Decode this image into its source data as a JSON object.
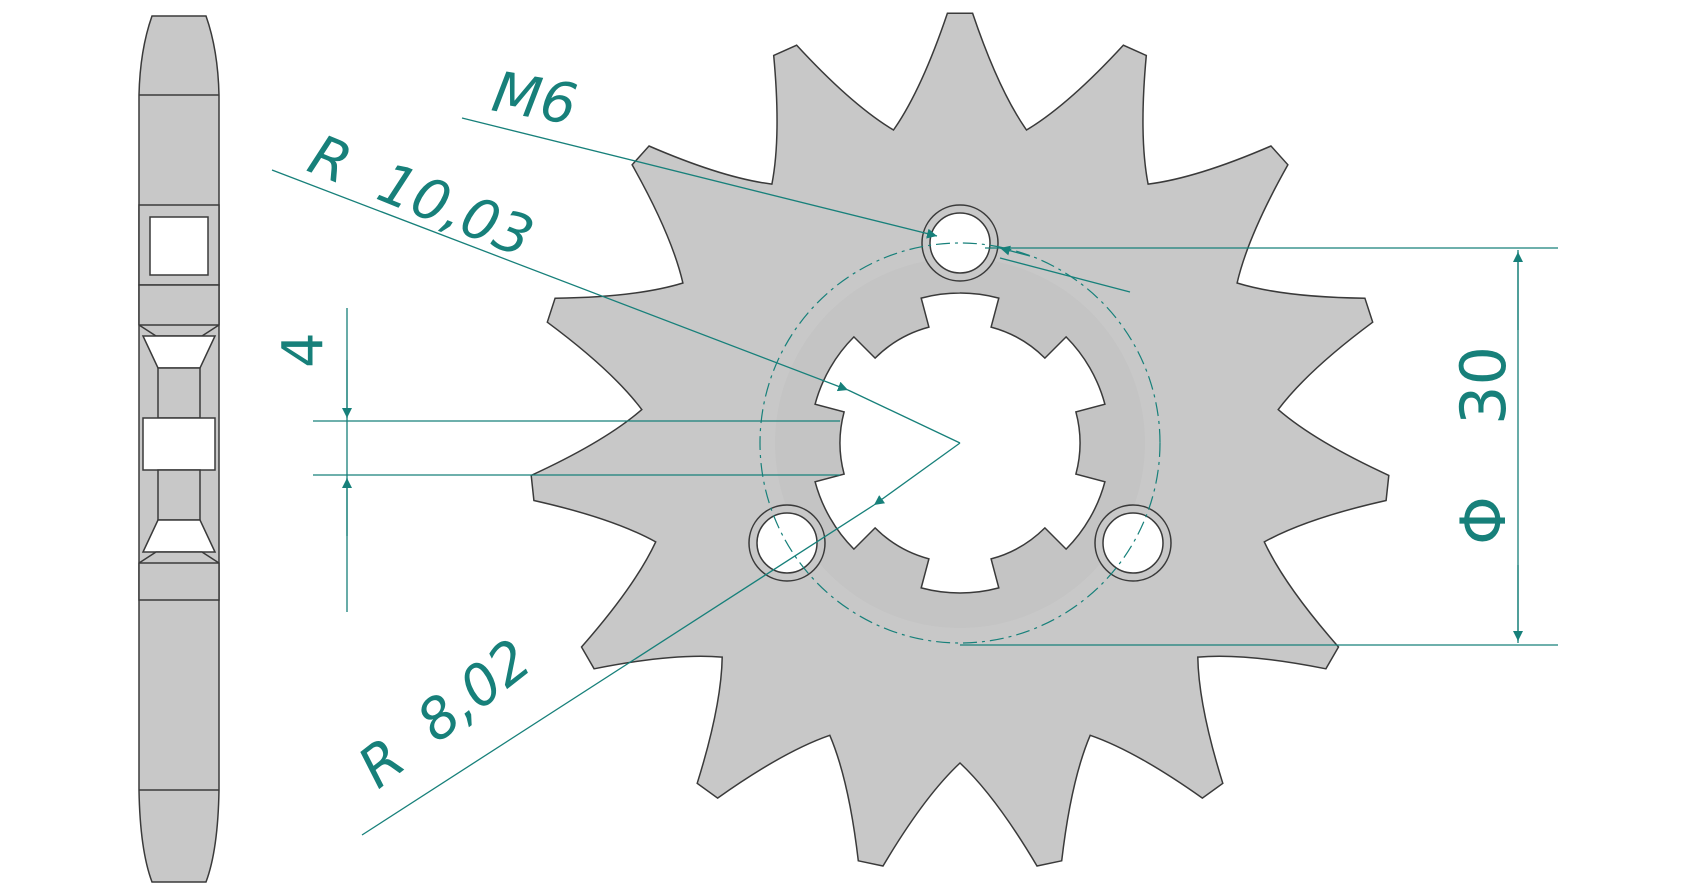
{
  "colors": {
    "background": "#ffffff",
    "part_fill": "#c8c8c8",
    "part_stroke": "#3a3a3a",
    "dimension": "#17807a"
  },
  "drawing": {
    "side_view": {
      "name": "sprocket-side-profile"
    },
    "front_view": {
      "name": "sprocket-front-view",
      "tooth_count": 15
    }
  },
  "dimensions": {
    "thread": "M6",
    "radius_outer_label": "R  10,03",
    "radius_inner_label": "R  8,02",
    "spline_width": "4",
    "bolt_circle": "30",
    "diameter_symbol": "Φ"
  }
}
